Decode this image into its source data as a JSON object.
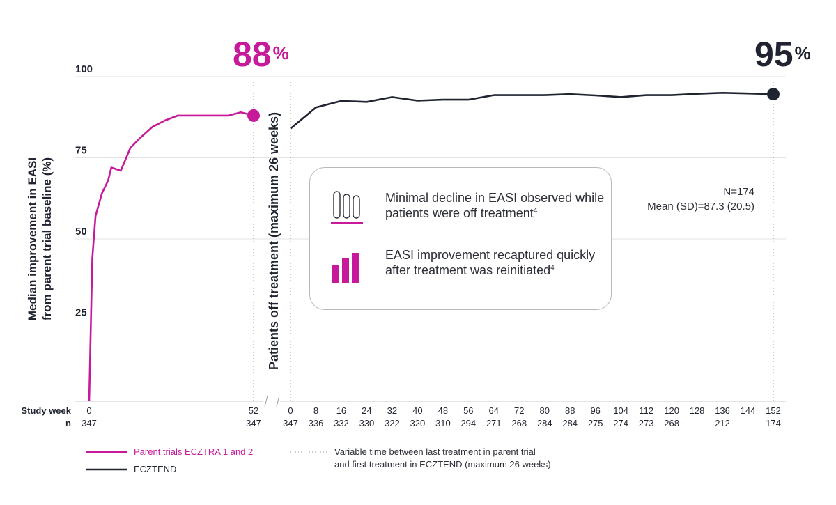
{
  "colors": {
    "parent": "#c61a9b",
    "ecztend": "#1f2430",
    "grid": "#e3e3e3",
    "text": "#1f2430"
  },
  "highlights": {
    "parent_value": "88",
    "parent_unit": "%",
    "ecztend_value": "95",
    "ecztend_unit": "%"
  },
  "stats": {
    "n_label": "N=174",
    "mean_label": "Mean (SD)=87.3 (20.5)"
  },
  "callout": {
    "item1": {
      "icon": "bars-outline-icon",
      "text": "Minimal decline in EASI observed while patients were off treatment",
      "ref": "4"
    },
    "item2": {
      "icon": "bars-rising-icon",
      "text": "EASI improvement recaptured quickly after treatment was reinitiated",
      "ref": "4"
    }
  },
  "legend": {
    "parent_label": "Parent trials ECZTRA 1 and 2",
    "ecztend_label": "ECZTEND",
    "gap_label_line1": "Variable time between last treatment in parent trial",
    "gap_label_line2": "and first treatment in ECZTEND (maximum 26 weeks)"
  },
  "chart_data": {
    "type": "line",
    "ylabel_line1": "Median improvement in EASI",
    "ylabel_line2": "from parent trial baseline (%)",
    "yticks": [
      25,
      50,
      75,
      100
    ],
    "ylim": [
      0,
      100
    ],
    "gap_label": "Patients off treatment (maximum 26 weeks)",
    "row_labels": {
      "week": "Study week",
      "n": "n"
    },
    "grid": true,
    "series": [
      {
        "name": "Parent trials ECZTRA 1 and 2",
        "color_key": "parent",
        "x": [
          0,
          1,
          2,
          4,
          6,
          7,
          10,
          13,
          16,
          20,
          24,
          28,
          32,
          36,
          40,
          44,
          48,
          50,
          52
        ],
        "y": [
          0,
          44,
          57,
          64,
          68,
          72,
          71,
          78,
          81,
          84.5,
          86.5,
          88,
          88,
          88,
          88,
          88,
          89,
          88.5,
          88
        ],
        "tick_labels": [
          {
            "week": "0",
            "n": "347"
          },
          {
            "week": "52",
            "n": "347"
          }
        ]
      },
      {
        "name": "ECZTEND",
        "color_key": "ecztend",
        "x": [
          0,
          8,
          16,
          24,
          32,
          40,
          48,
          56,
          64,
          72,
          80,
          88,
          96,
          104,
          112,
          120,
          128,
          136,
          144,
          152
        ],
        "y": [
          84,
          90.5,
          92.5,
          92.2,
          93.7,
          92.6,
          92.9,
          92.9,
          94.3,
          94.3,
          94.3,
          94.6,
          94.2,
          93.7,
          94.3,
          94.3,
          94.7,
          95.0,
          94.8,
          94.6
        ],
        "tick_labels": [
          {
            "week": "0",
            "n": "347"
          },
          {
            "week": "8",
            "n": "336"
          },
          {
            "week": "16",
            "n": "332"
          },
          {
            "week": "24",
            "n": "330"
          },
          {
            "week": "32",
            "n": "322"
          },
          {
            "week": "40",
            "n": "320"
          },
          {
            "week": "48",
            "n": "310"
          },
          {
            "week": "56",
            "n": "294"
          },
          {
            "week": "64",
            "n": "271"
          },
          {
            "week": "72",
            "n": "268"
          },
          {
            "week": "80",
            "n": "284"
          },
          {
            "week": "88",
            "n": "284"
          },
          {
            "week": "96",
            "n": "275"
          },
          {
            "week": "104",
            "n": "274"
          },
          {
            "week": "112",
            "n": "273"
          },
          {
            "week": "120",
            "n": "268"
          },
          {
            "week": "128",
            "n": ""
          },
          {
            "week": "136",
            "n": "212"
          },
          {
            "week": "144",
            "n": ""
          },
          {
            "week": "152",
            "n": "174"
          }
        ]
      }
    ]
  }
}
